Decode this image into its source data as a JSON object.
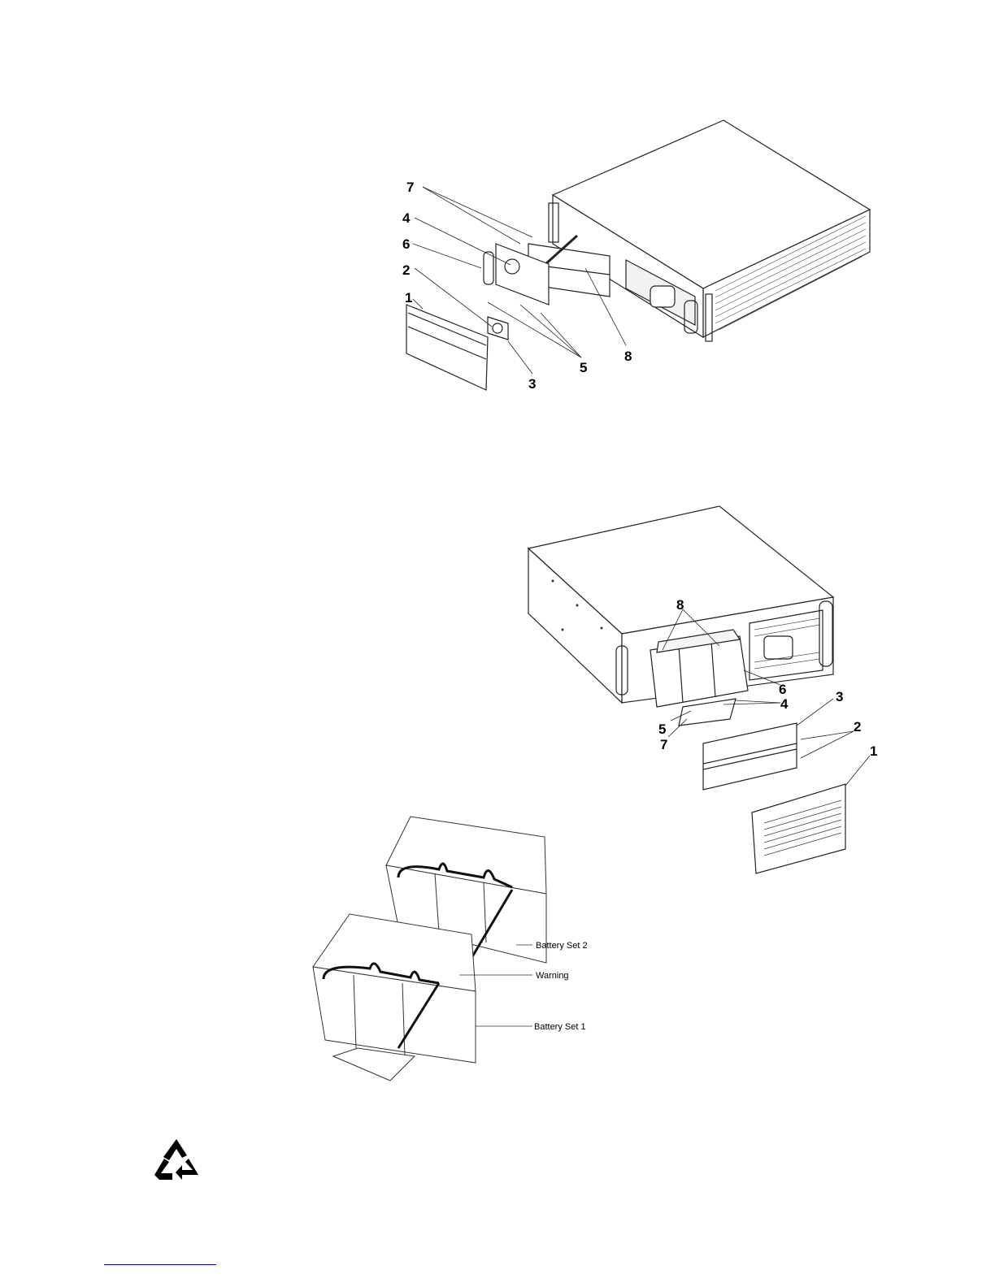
{
  "figure1": {
    "callouts": {
      "c1": "1",
      "c2": "2",
      "c3": "3",
      "c4": "4",
      "c5": "5",
      "c6": "6",
      "c7": "7",
      "c8": "8"
    }
  },
  "figure2": {
    "callouts": {
      "c1": "1",
      "c2": "2",
      "c3": "3",
      "c4": "4",
      "c5": "5",
      "c6": "6",
      "c7": "7",
      "c8": "8"
    }
  },
  "figure3": {
    "labels": {
      "set2": "Battery Set 2",
      "warning": "Warning",
      "set1": "Battery Set 1"
    }
  },
  "icons": {
    "recycle": "recycle-icon"
  }
}
